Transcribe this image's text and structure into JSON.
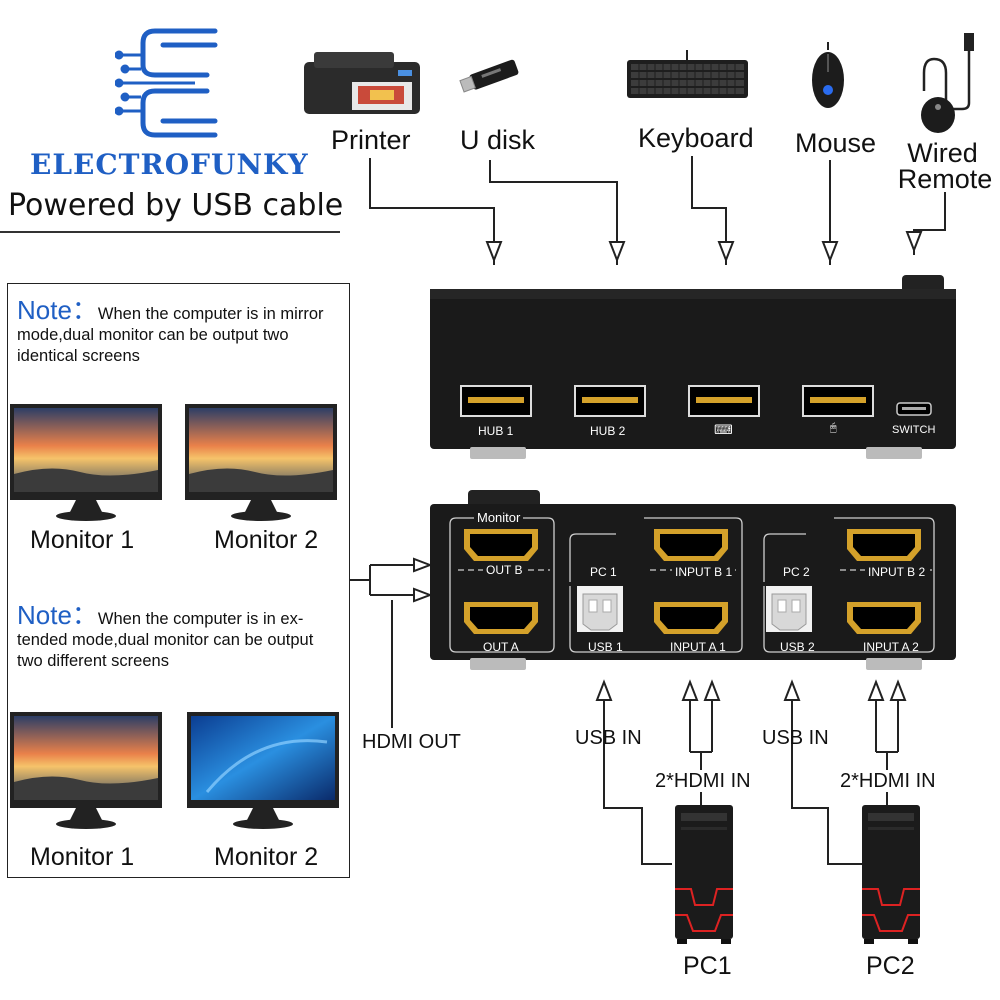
{
  "brand": {
    "name": "ELECTROFUNKY",
    "tagline": "Powered by USB cable"
  },
  "devices": {
    "printer": "Printer",
    "udisk": "U disk",
    "keyboard": "Keyboard",
    "mouse": "Mouse",
    "remote_line1": "Wired",
    "remote_line2": "Remote"
  },
  "notes": {
    "mirror": {
      "title": "Note：",
      "text_inline": "When the computer is in mirror",
      "text_rest": "mode,dual monitor can be output two identical screens"
    },
    "extended": {
      "title": "Note：",
      "text_inline": "When the computer is in ex-",
      "text_rest": "tended mode,dual monitor can be output two different screens"
    }
  },
  "monitors": {
    "mirror": [
      "Monitor 1",
      "Monitor 2"
    ],
    "extended": [
      "Monitor 1",
      "Monitor 2"
    ]
  },
  "front_panel": {
    "ports": [
      "HUB 1",
      "HUB 2",
      "⌨",
      "🖱",
      "SWITCH"
    ]
  },
  "back_panel": {
    "monitor_group": "Monitor",
    "out_b": "OUT B",
    "out_a": "OUT A",
    "pc1": "PC 1",
    "usb1": "USB 1",
    "input_b1": "INPUT B 1",
    "input_a1": "INPUT A 1",
    "pc2": "PC 2",
    "usb2": "USB 2",
    "input_b2": "INPUT B 2",
    "input_a2": "INPUT A 2"
  },
  "connections": {
    "hdmi_out": "HDMI OUT",
    "usb_in_1": "USB IN",
    "hdmi_in_1": "2*HDMI IN",
    "usb_in_2": "USB IN",
    "hdmi_in_2": "2*HDMI IN"
  },
  "computers": [
    "PC1",
    "PC2"
  ]
}
